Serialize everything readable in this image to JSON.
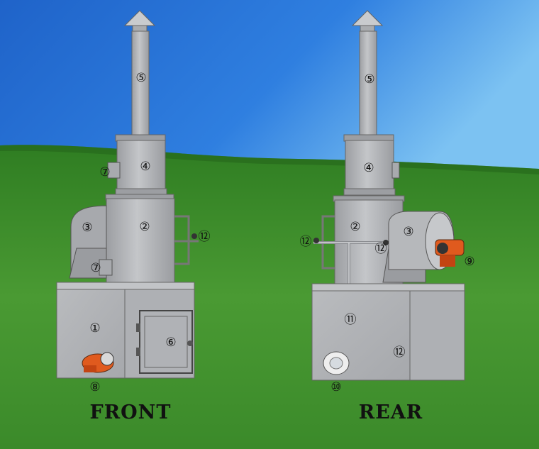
{
  "views": {
    "front": {
      "label": "FRONT",
      "markers": [
        "①",
        "②",
        "③",
        "④",
        "⑤",
        "⑥",
        "⑦",
        "⑦",
        "⑧",
        "⑫"
      ]
    },
    "rear": {
      "label": "REAR",
      "markers": [
        "②",
        "③",
        "④",
        "⑤",
        "⑨",
        "⑩",
        "⑪",
        "⑫",
        "⑫",
        "⑫"
      ]
    }
  },
  "colors": {
    "sky": "#2f78d8",
    "grass": "#3f8f2c",
    "metal": "#b3b5b8",
    "metal_dark": "#8e9094",
    "burner": "#e05a1e"
  }
}
